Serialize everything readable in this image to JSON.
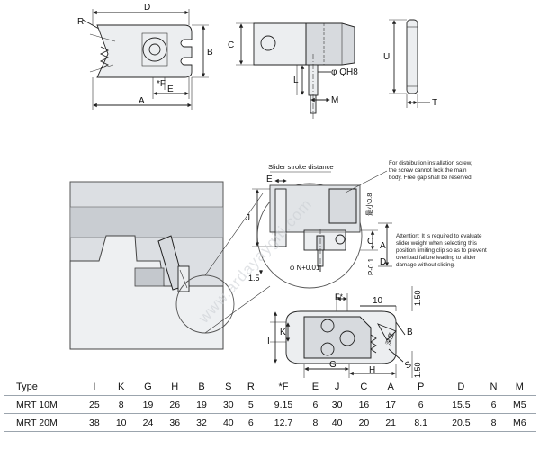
{
  "watermark": "www.ardayaygiti.com",
  "top_view": {
    "D": "D",
    "R": "R",
    "B": "B",
    "F": "*F",
    "E": "E",
    "A": "A"
  },
  "side_view": {
    "C": "C",
    "L": "L",
    "Q": "φ QH8",
    "M": "M"
  },
  "pin_view": {
    "U": "U",
    "T": "T"
  },
  "assembly": {
    "slider_stroke": "Slider stroke distance",
    "E": "E",
    "J": "J",
    "C": "C",
    "A": "A",
    "D": "D",
    "P": "P-0.1",
    "tol_08": "最小0.8",
    "N": "φ N+0.01",
    "val_15": "1.5",
    "note1": [
      "For distribution installation screw,",
      "the screw cannot lock the main",
      "body. Free gap shall be reserved."
    ],
    "note2": [
      "Attention: It is required to evaluate",
      "slider weight when selecting this",
      "position limiting clip so as to prevent",
      "overload failure leading to slider",
      "damage without sliding."
    ]
  },
  "bottom_view": {
    "F": "F*",
    "val_10": "10",
    "val_150a": "1.50",
    "val_150b": "1.50",
    "K": "K",
    "I": "I",
    "B": "B",
    "G": "G",
    "H": "H",
    "S": "S",
    "cn": "深度"
  },
  "table": {
    "headers": [
      "Type",
      "I",
      "K",
      "G",
      "H",
      "B",
      "S",
      "R",
      "*F",
      "E",
      "J",
      "C",
      "A",
      "P",
      "D",
      "N",
      "M"
    ],
    "rows": [
      [
        "MRT 10M",
        "25",
        "8",
        "19",
        "26",
        "19",
        "30",
        "5",
        "9.15",
        "6",
        "30",
        "16",
        "17",
        "6",
        "15.5",
        "6",
        "M5"
      ],
      [
        "MRT 20M",
        "38",
        "10",
        "24",
        "36",
        "32",
        "40",
        "6",
        "12.7",
        "8",
        "40",
        "20",
        "21",
        "8.1",
        "20.5",
        "8",
        "M6"
      ]
    ]
  }
}
